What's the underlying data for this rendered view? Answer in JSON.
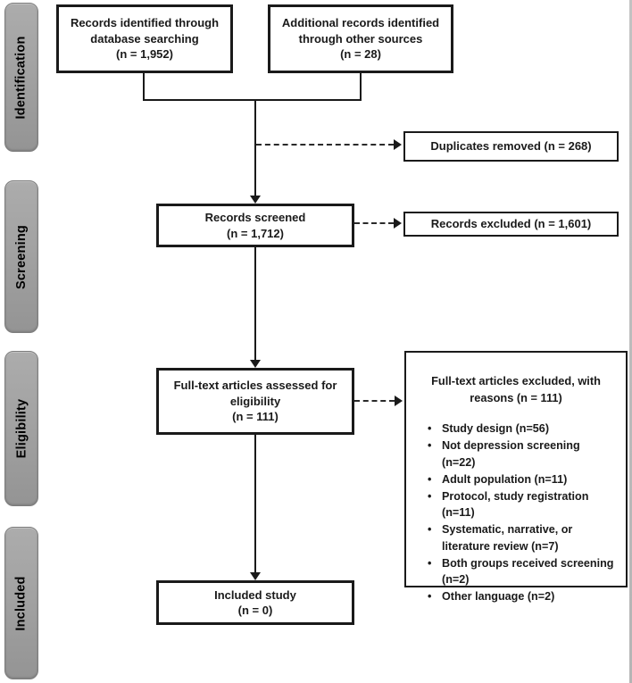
{
  "sidebar": {
    "stages": [
      {
        "label": "Identification"
      },
      {
        "label": "Screening"
      },
      {
        "label": "Eligibility"
      },
      {
        "label": "Included"
      }
    ]
  },
  "flow": {
    "database_box": {
      "line1": "Records identified through",
      "line2": "database searching",
      "line3": "(n = 1,952)"
    },
    "other_sources_box": {
      "line1": "Additional records identified",
      "line2": "through other sources",
      "line3": "(n = 28)"
    },
    "duplicates_box": {
      "label": "Duplicates removed (n = 268)"
    },
    "screened_box": {
      "line1": "Records screened",
      "line2": "(n = 1,712)"
    },
    "excluded_box": {
      "label": "Records excluded (n = 1,601)"
    },
    "fulltext_box": {
      "line1": "Full-text articles assessed for",
      "line2": "eligibility",
      "line3": "(n = 111)"
    },
    "reasons_box": {
      "title_line1": "Full-text articles excluded,  with",
      "title_line2": "reasons (n = 111)",
      "items": [
        "Study design (n=56)",
        "Not depression screening (n=22)",
        "Adult population (n=11)",
        "Protocol, study registration (n=11)",
        "Systematic, narrative, or literature review (n=7)",
        "Both groups received screening (n=2)",
        "Other language (n=2)"
      ]
    },
    "included_box": {
      "line1": "Included study",
      "line2": "(n = 0)"
    }
  },
  "colors": {
    "box_border": "#1a1a1a",
    "line": "#1a1a1a",
    "stage_fill": "#a0a0a0",
    "stage_border": "#7d7d7d",
    "background": "#ffffff"
  }
}
